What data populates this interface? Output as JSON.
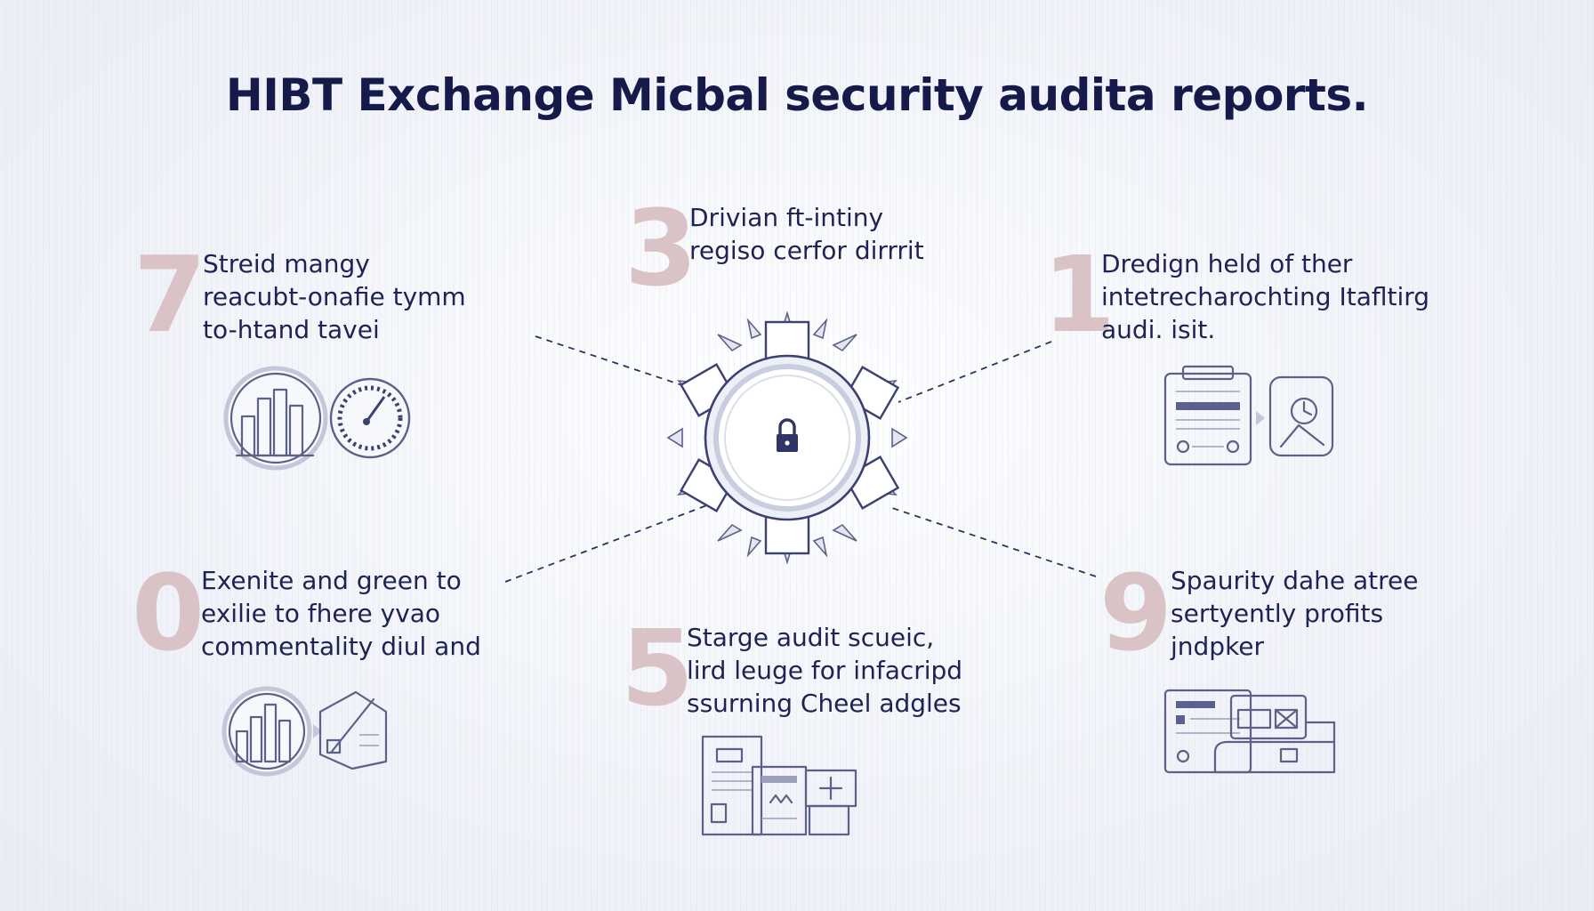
{
  "title": "HIBT Exchange Micbal security  audita reports.",
  "items": [
    {
      "number": "7",
      "lines": [
        "Streid mangy",
        "reacubt-onafie tymm",
        "to-htand tavei"
      ]
    },
    {
      "number": "3",
      "lines": [
        "Drivian ft-intiny",
        "regiso cerfor dirrrit"
      ]
    },
    {
      "number": "1",
      "lines": [
        "Dredign held of ther",
        "intetrecharochting Itafltirg",
        "audi. isit."
      ]
    },
    {
      "number": "0",
      "lines": [
        "Exenite and green to",
        "exilie to fhere yvao",
        "commentality diul and"
      ]
    },
    {
      "number": "5",
      "lines": [
        "Starge audit scueic,",
        "lird leuge for infacripd",
        "ssurning Cheel adgles"
      ]
    },
    {
      "number": "9",
      "lines": [
        "Spaurity dahe atree",
        "sertyently profits",
        "jndpker"
      ]
    }
  ],
  "icons": [
    "bar-chart-icon",
    "gauge-icon",
    "lock-icon",
    "clipboard-icon",
    "clock-icon",
    "chart-doc-icon",
    "pen-doc-icon",
    "documents-icon",
    "browser-window-icon"
  ]
}
